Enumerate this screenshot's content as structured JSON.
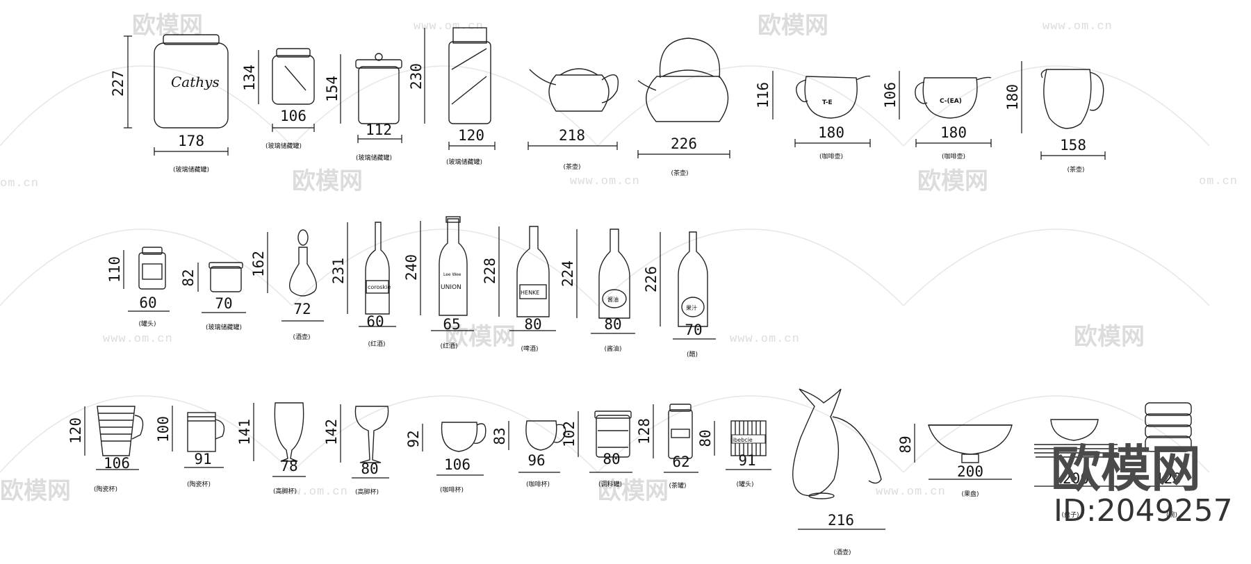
{
  "watermarks": {
    "brand": "欧模网",
    "url": "www.om.cn",
    "url_short": "om.cn",
    "id": "ID:2049257"
  },
  "row1": [
    {
      "w": "178",
      "h": "227",
      "label": "Cathys",
      "caption": "(玻璃储藏罐)"
    },
    {
      "w": "106",
      "h": "134",
      "caption": "(玻璃储藏罐)"
    },
    {
      "w": "112",
      "h": "154",
      "caption": "(玻璃储藏罐)"
    },
    {
      "w": "120",
      "h": "230",
      "caption": "(玻璃储藏罐)"
    },
    {
      "w": "218",
      "caption": "(茶壶)"
    },
    {
      "w": "226",
      "caption": "(茶壶)"
    },
    {
      "w": "180",
      "h": "116",
      "label": "T-E",
      "caption": "(咖啡壶)"
    },
    {
      "w": "180",
      "h": "106",
      "label": "C-(EA)",
      "caption": "(咖啡壶)"
    },
    {
      "w": "158",
      "h": "180",
      "caption": "(茶壶)"
    }
  ],
  "row2": [
    {
      "w": "60",
      "h": "110",
      "caption": "(罐头)"
    },
    {
      "w": "70",
      "h": "82",
      "caption": "(玻璃储藏罐)"
    },
    {
      "w": "72",
      "h": "162",
      "caption": "(酒壶)"
    },
    {
      "w": "60",
      "h": "231",
      "label": "coroskie",
      "caption": "(红酒)"
    },
    {
      "w": "65",
      "h": "240",
      "label": "UNION",
      "sublabel": "Lee Wee",
      "caption": "(红酒)"
    },
    {
      "w": "80",
      "h": "228",
      "label": "HENKE",
      "caption": "(啤酒)"
    },
    {
      "w": "80",
      "h": "224",
      "label": "酱油",
      "caption": "(酱油)"
    },
    {
      "w": "70",
      "h": "226",
      "label": "果汁",
      "caption": "(醋)"
    }
  ],
  "row3": [
    {
      "w": "106",
      "h": "120",
      "caption": "(陶瓷杯)"
    },
    {
      "w": "91",
      "h": "100",
      "caption": "(陶瓷杯)"
    },
    {
      "w": "78",
      "h": "141",
      "caption": "(高脚杯)"
    },
    {
      "w": "80",
      "h": "142",
      "caption": "(高脚杯)"
    },
    {
      "w": "106",
      "h": "92",
      "caption": "(咖啡杯)"
    },
    {
      "w": "96",
      "h": "83",
      "caption": "(咖啡杯)"
    },
    {
      "w": "80",
      "h": "102",
      "caption": "(调料罐)"
    },
    {
      "w": "62",
      "h": "128",
      "caption": "(茶罐)"
    },
    {
      "w": "91",
      "h": "80",
      "label": "ibebcie",
      "caption": "(罐头)"
    },
    {
      "w": "216",
      "caption": "(酒壶)"
    },
    {
      "w": "200",
      "h": "89",
      "caption": "(果盘)"
    },
    {
      "w": "200",
      "caption": "(盘子)"
    },
    {
      "w": "120",
      "caption": "(碗)"
    }
  ]
}
